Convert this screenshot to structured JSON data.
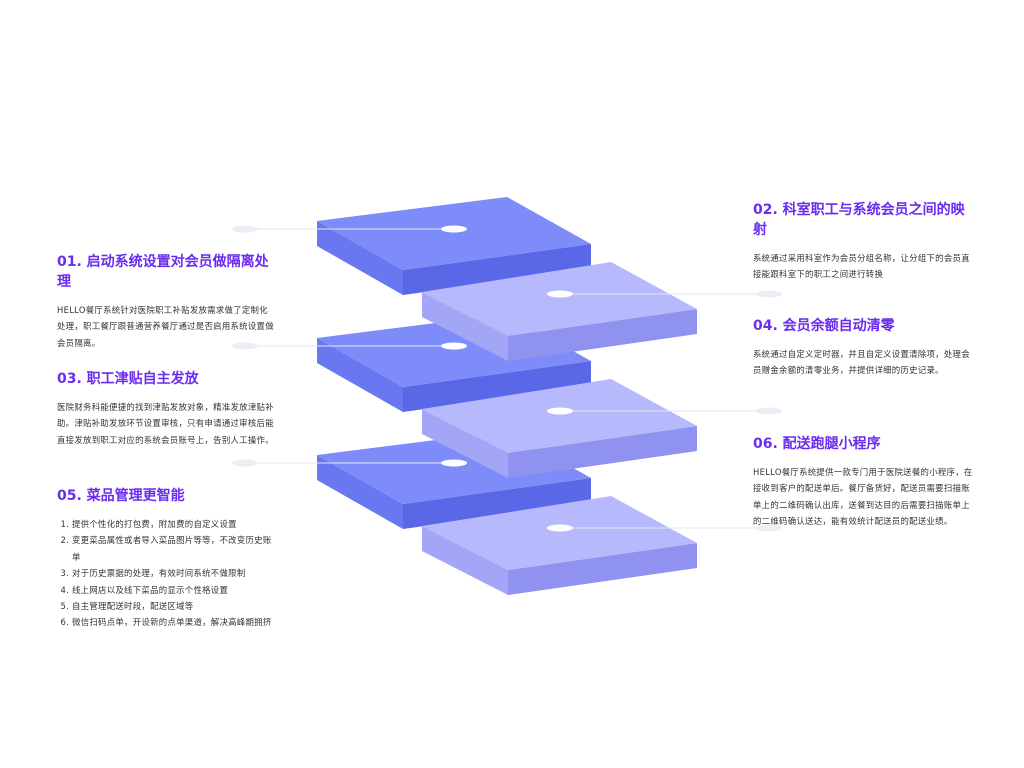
{
  "colors": {
    "accent": "#6b2cf0",
    "blue_top": "#7d8cf9",
    "blue_front": "#6977f0",
    "blue_right": "#5a67e6",
    "violet_top": "#b6b9fb",
    "violet_front": "#a3a5f6",
    "violet_right": "#8f92ef",
    "text": "#333333"
  },
  "features": [
    {
      "title": "01. 启动系统设置对会员做隔离处理",
      "text": "HELLO餐厅系统针对医院职工补贴发放需求做了定制化处理，职工餐厅跟普通营养餐厅通过是否启用系统设置做会员隔离。"
    },
    {
      "title": "02. 科室职工与系统会员之间的映射",
      "text": "系统通过采用科室作为会员分组名称，让分组下的会员直接能跟科室下的职工之间进行转换"
    },
    {
      "title": "03. 职工津贴自主发放",
      "text": "医院财务科能便捷的找到津贴发放对象，精准发放津贴补助。津贴补助发放环节设置审核，只有申请通过审核后能直接发放到职工对应的系统会员账号上，告别人工操作。"
    },
    {
      "title": "04. 会员余额自动清零",
      "text": "系统通过自定义定时器，并且自定义设置清除项，处理会员赠金余额的清零业务，并提供详细的历史记录。"
    },
    {
      "title": "05. 菜品管理更智能",
      "items": [
        "提供个性化的打包费，附加费的自定义设置",
        "变更菜品属性或者导入菜品图片等等，不改变历史账单",
        "对于历史票据的处理，有效时间系统不做限制",
        "线上网店以及线下菜品的显示个性格设置",
        "自主管理配送时段，配送区域等",
        "微信扫码点单，开设新的点单渠道，解决高峰期拥挤"
      ]
    },
    {
      "title": "06. 配送跑腿小程序",
      "text": "HELLO餐厅系统提供一款专门用于医院送餐的小程序，在接收到客户的配送单后。餐厅备货好，配送员需要扫描账单上的二维码确认出库，送餐到达目的后需要扫描账单上的二维码确认送达，能有效统计配送员的配送业绩。"
    }
  ]
}
